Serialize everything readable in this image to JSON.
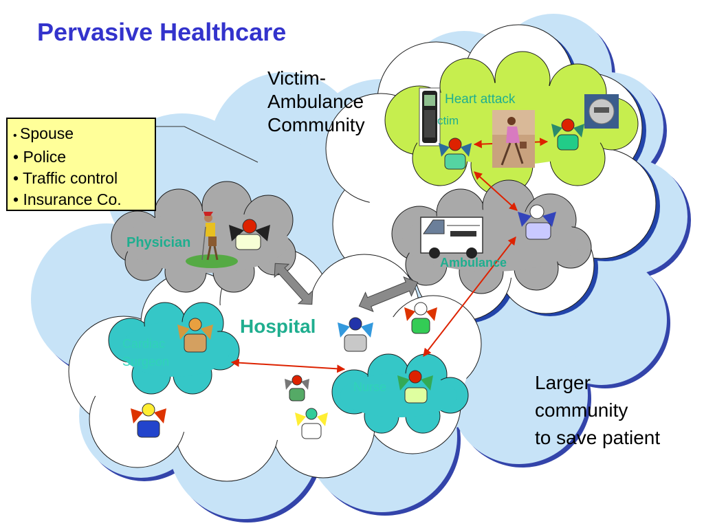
{
  "title": "Pervasive Healthcare",
  "heading_victim_ambulance": "Victim-\nAmbulance\nCommunity",
  "heading_larger": "Larger\ncommunity\nto save patient",
  "info_box": {
    "items": [
      "Spouse",
      "Police",
      "Traffic control",
      "Insurance Co."
    ]
  },
  "labels": {
    "hospital": "Hospital",
    "physician": "Physician",
    "ambulance": "Ambulance",
    "cardiac_surgeon": "Cardiac\nSurgeon",
    "nurse": "Nurse",
    "heart_attack": "Heart attack",
    "victim_partial": "ctim"
  },
  "icons": [
    "cell-phone-icon",
    "woman-running-icon",
    "pacemaker-icon",
    "ambulance-van-icon",
    "golfer-icon",
    "agent-face-icon"
  ],
  "colors": {
    "title": "#3333cc",
    "large_cloud": "#c7e3f7",
    "green_cloud": "#c6ee4e",
    "gray_cloud": "#a9a9a9",
    "teal_cloud": "#35c7c7",
    "label_teal": "#1fae8f",
    "connector_red": "#dd2200",
    "info_box": "#ffff99"
  }
}
